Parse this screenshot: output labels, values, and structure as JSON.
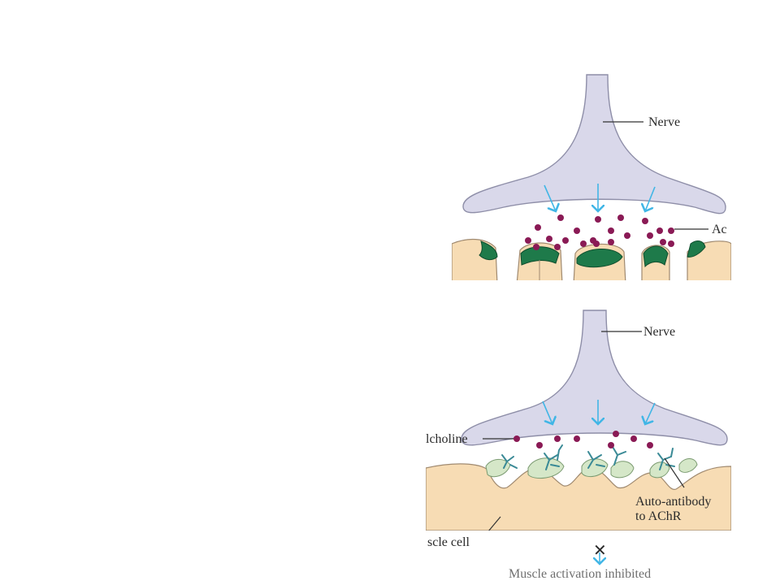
{
  "colors": {
    "nerve": "#d9d8ea",
    "nerve_edge": "#8e8ea8",
    "muscle": "#f7dcb4",
    "muscle_edge": "#a08a70",
    "receptor": "#1e7a4a",
    "receptor_blocked": "#d5e7c8",
    "ach": "#8a1a55",
    "arrow": "#41b6e6",
    "antibody": "#3a8a96",
    "text_gray": "#6f6f6f"
  },
  "top_panel": {
    "nerve_label": "Nerve",
    "ach_label": "Ac"
  },
  "bottom_panel": {
    "nerve_label": "Nerve",
    "ach_label": "lcholine",
    "muscle_label": "scle cell",
    "antibody_label_line1": "Auto-antibody",
    "antibody_label_line2": "to AChR",
    "blocked_symbol": "✕",
    "outcome_label": "Muscle activation inhibited"
  }
}
